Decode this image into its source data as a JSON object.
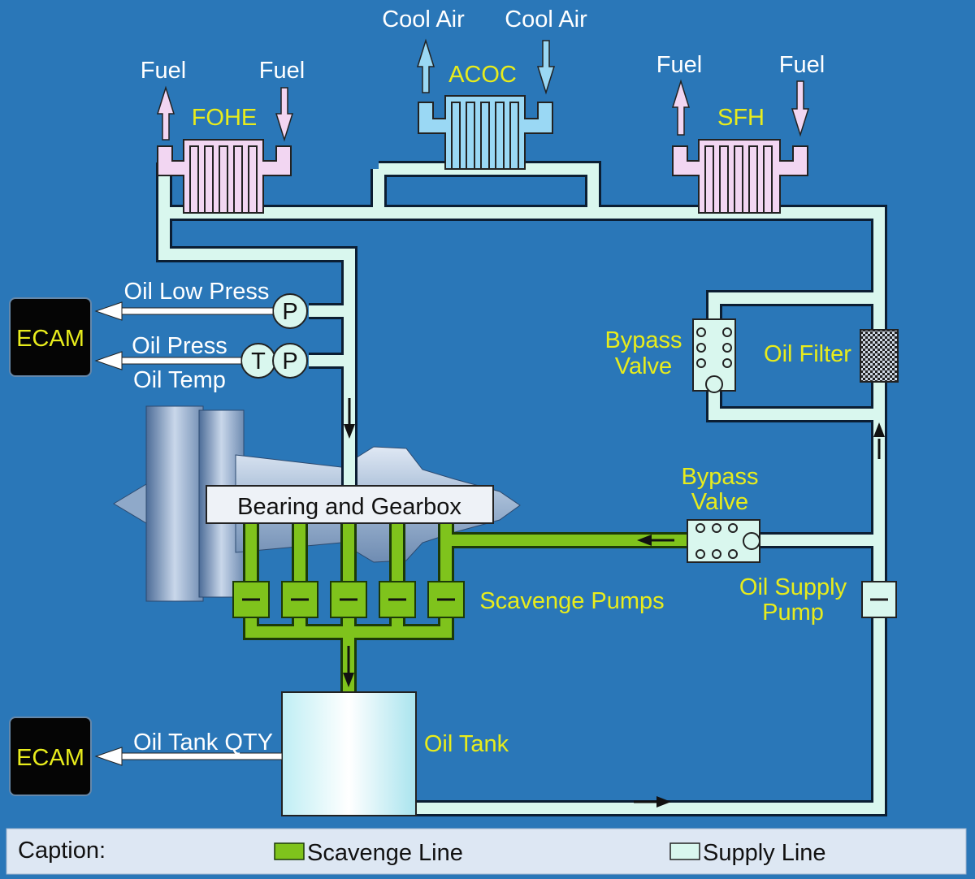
{
  "labels": {
    "cool_air_out": "Cool Air",
    "cool_air_in": "Cool Air",
    "fohe_fuel_out": "Fuel",
    "fohe_fuel_in": "Fuel",
    "sfh_fuel_out": "Fuel",
    "sfh_fuel_in": "Fuel",
    "fohe": "FOHE",
    "acoc": "ACOC",
    "sfh": "SFH",
    "oil_low_press": "Oil Low Press",
    "oil_press": "Oil Press",
    "oil_temp": "Oil Temp",
    "oil_tank_qty": "Oil Tank QTY",
    "ecam_top": "ECAM",
    "ecam_bottom": "ECAM",
    "sensor_p1": "P",
    "sensor_t": "T",
    "sensor_p2": "P",
    "bypass_valve_filter_1": "Bypass",
    "bypass_valve_filter_2": "Valve",
    "oil_filter": "Oil Filter",
    "bypass_valve_scavenge_1": "Bypass",
    "bypass_valve_scavenge_2": "Valve",
    "bearing_gearbox": "Bearing and Gearbox",
    "scavenge_pumps": "Scavenge Pumps",
    "oil_supply_pump_1": "Oil Supply",
    "oil_supply_pump_2": "Pump",
    "oil_tank": "Oil Tank"
  },
  "caption": {
    "title": "Caption:",
    "scavenge_line": "Scavenge Line",
    "supply_line": "Supply Line"
  },
  "colors": {
    "background": "#2a77b8",
    "supply_line": "#d9f7ee",
    "scavenge_line": "#7fc31c",
    "label_yellow": "#e8ec1c",
    "fuel_exchanger": "#f2d6f2",
    "air_exchanger": "#9ad8f4"
  }
}
